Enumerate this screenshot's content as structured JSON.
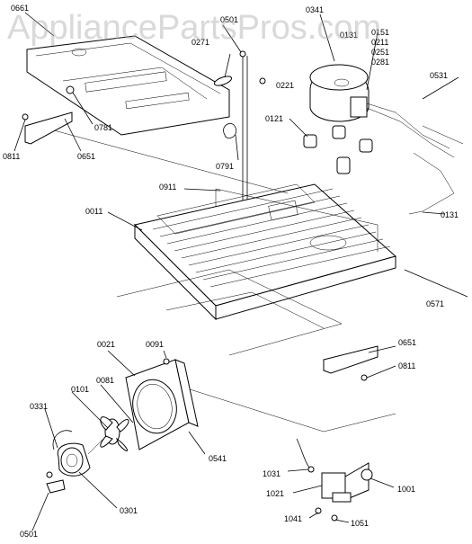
{
  "watermark": "AppliancePartsPros.com",
  "callouts": {
    "c0661": "0661",
    "c0501a": "0501",
    "c0271": "0271",
    "c0341": "0341",
    "c0131a": "0131",
    "c0151": "0151",
    "c0211": "0211",
    "c0251": "0251",
    "c0281": "0281",
    "c0221": "0221",
    "c0531": "0531",
    "c0781": "0781",
    "c0121": "0121",
    "c0811a": "0811",
    "c0651a": "0651",
    "c0791": "0791",
    "c0911": "0911",
    "c0011": "0011",
    "c0131b": "0131",
    "c0571": "0571",
    "c0021": "0021",
    "c0091": "0091",
    "c0651b": "0651",
    "c0811b": "0811",
    "c0081": "0081",
    "c0101": "0101",
    "c0331": "0331",
    "c0541": "0541",
    "c1031": "1031",
    "c1001": "1001",
    "c1021": "1021",
    "c0301": "0301",
    "c1041": "1041",
    "c1051": "1051",
    "c0501b": "0501"
  }
}
